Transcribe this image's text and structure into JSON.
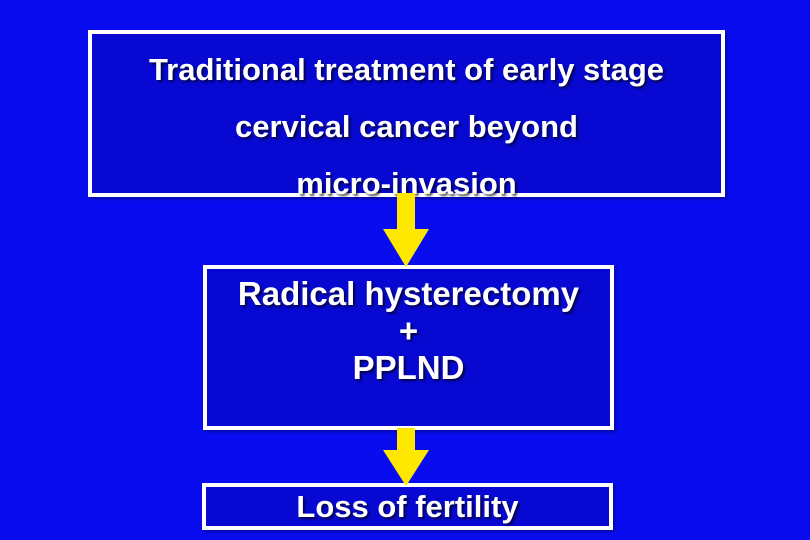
{
  "colors": {
    "background": "#0a0cf0",
    "box_fill": "#0709d2",
    "box_border": "#ffffff",
    "arrow": "#ffe800",
    "text": "#ffffff"
  },
  "boxes": {
    "title": {
      "lines": [
        "Traditional treatment of early stage",
        "cervical cancer beyond",
        "micro-invasion"
      ]
    },
    "treatment": {
      "lines": [
        "Radical hysterectomy",
        "+",
        "PPLND"
      ]
    },
    "outcome": {
      "lines": [
        "Loss of fertility"
      ]
    }
  },
  "arrows": [
    {
      "name": "down-arrow-1",
      "direction": "down"
    },
    {
      "name": "down-arrow-2",
      "direction": "down"
    }
  ]
}
